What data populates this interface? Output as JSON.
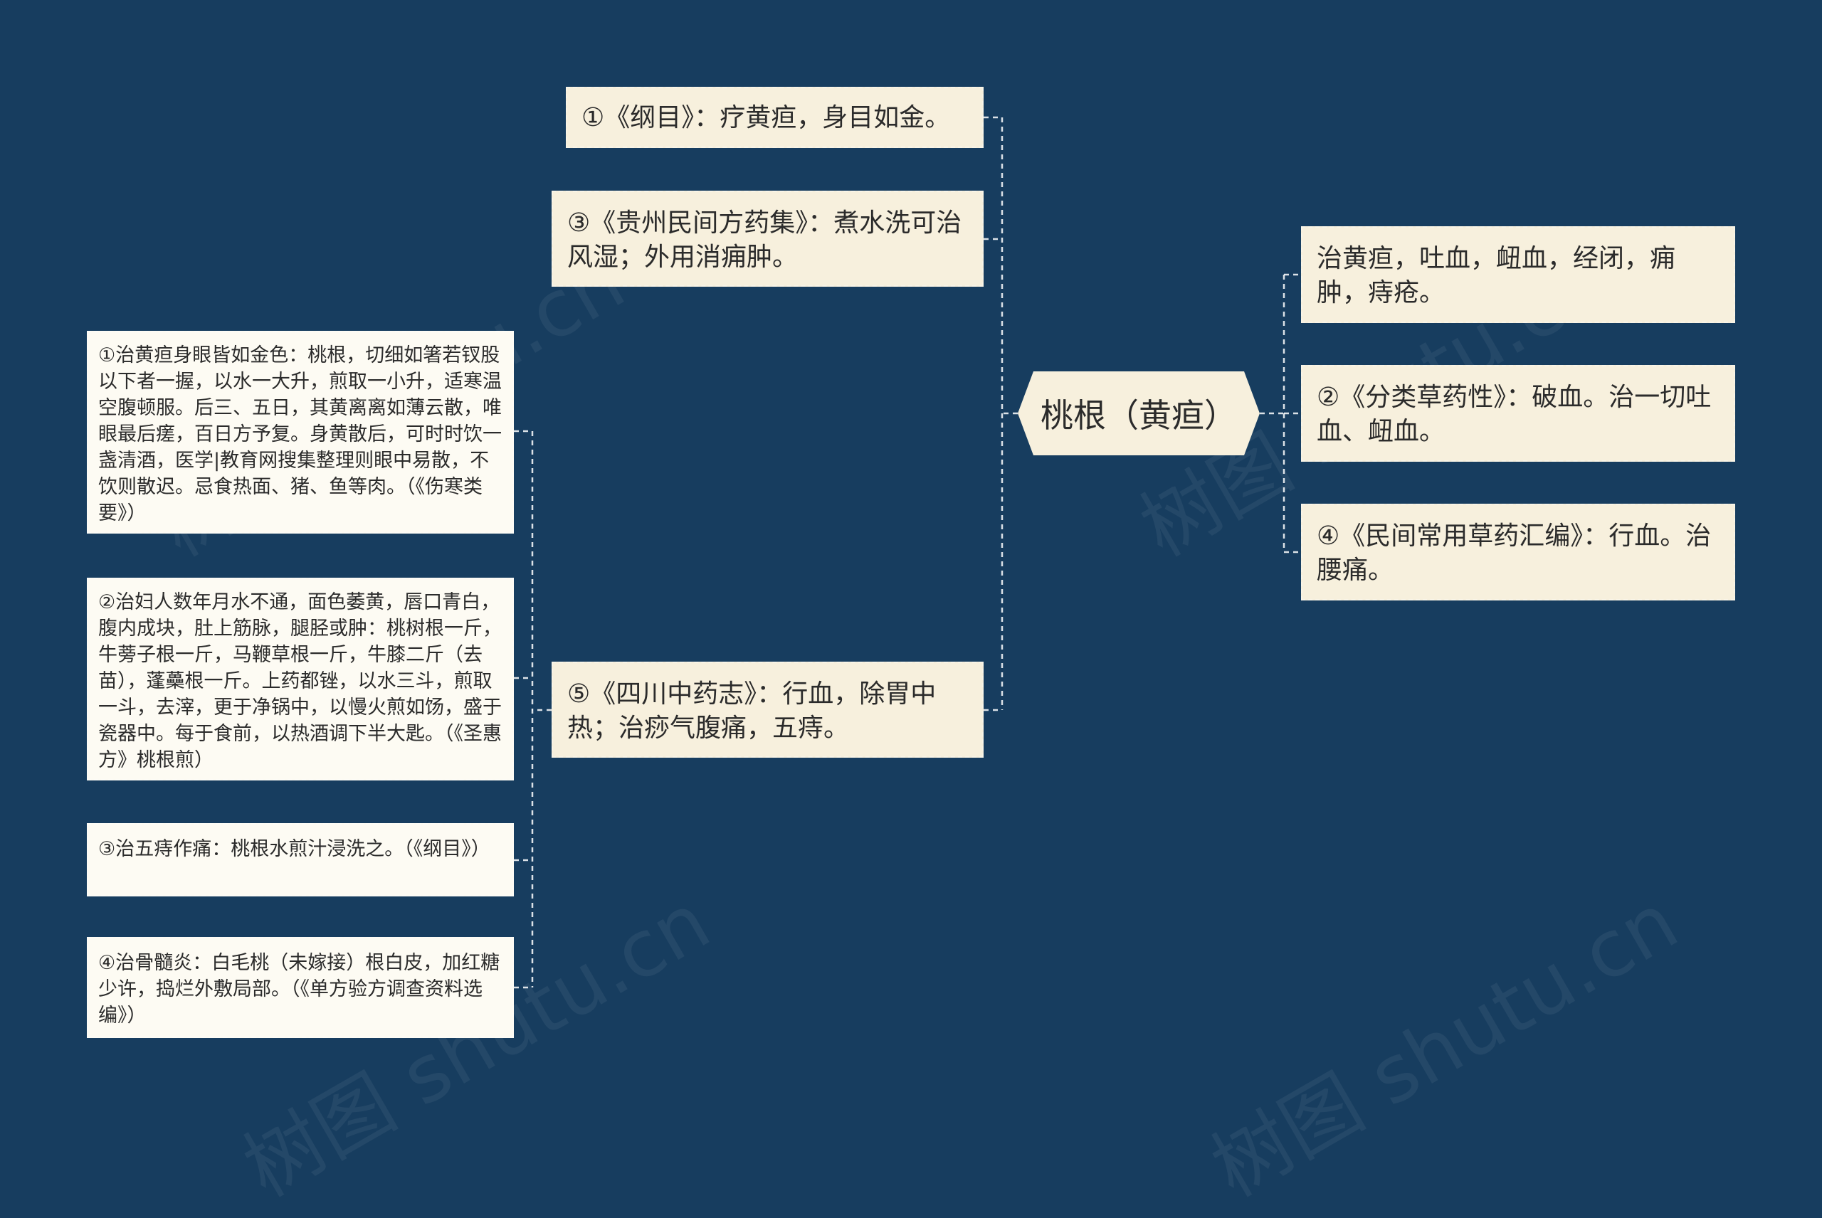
{
  "root": {
    "label": "桃根（黄疸）"
  },
  "left_branches": [
    {
      "label": "①《纲目》：疗黄疸，身目如金。"
    },
    {
      "label": "③《贵州民间方药集》：煮水洗可治风湿；外用消痈肿。"
    },
    {
      "label": "⑤《四川中药志》：行血，除胃中热；治痧气腹痛，五痔。"
    }
  ],
  "sub_leaves": [
    {
      "label": "①治黄疸身眼皆如金色：桃根，切细如箸若钗股以下者一握，以水一大升，煎取一小升，适寒温空腹顿服。后三、五日，其黄离离如薄云散，唯眼最后瘥，百日方予复。身黄散后，可时时饮一盏清酒，医学|教育网搜集整理则眼中易散，不饮则散迟。忌食热面、猪、鱼等肉。（《伤寒类要》）"
    },
    {
      "label": "②治妇人数年月水不通，面色萎黄，唇口青白，腹内成块，肚上筋脉，腿胫或肿：桃树根一斤，牛蒡子根一斤，马鞭草根一斤，牛膝二斤（去苗），蓬蘽根一斤。上药都锉，以水三斗，煎取一斗，去滓，更于净锅中，以慢火煎如饧，盛于瓷器中。每于食前，以热酒调下半大匙。（《圣惠方》桃根煎）"
    },
    {
      "label": "③治五痔作痛：桃根水煎汁浸洗之。（《纲目》）"
    },
    {
      "label": "④治骨髓炎：白毛桃（未嫁接）根白皮，加红糖少许，捣烂外敷局部。（《单方验方调查资料选编》）"
    }
  ],
  "right_branches": [
    {
      "label": "治黄疸，吐血，衄血，经闭，痈肿，痔疮。"
    },
    {
      "label": "②《分类草药性》：破血。治一切吐血、衄血。"
    },
    {
      "label": "④《民间常用草药汇编》：行血。治腰痛。"
    }
  ],
  "watermarks": [
    "树图 shutu.cn",
    "树图 shutu.cn",
    "树图 shutu.cn",
    "树图 shutu.cn"
  ]
}
